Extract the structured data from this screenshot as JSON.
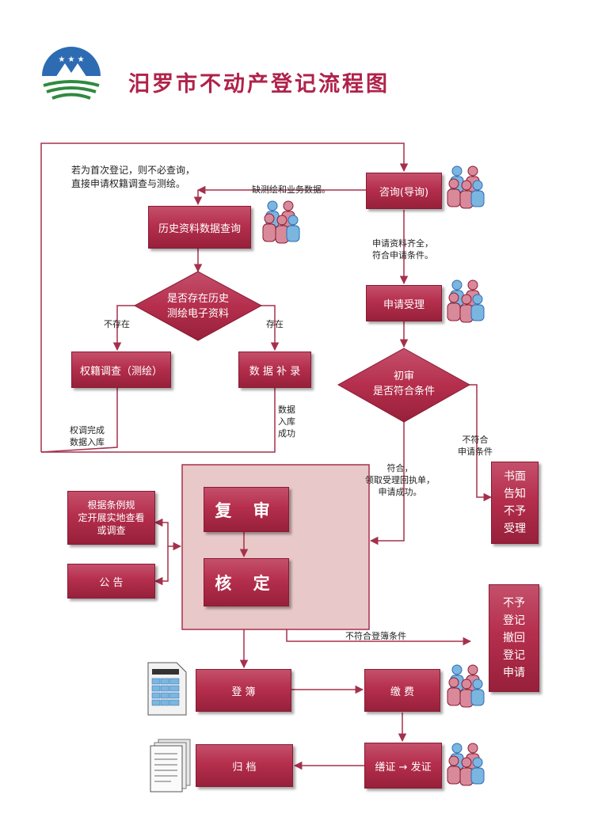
{
  "title": "汨罗市不动产登记流程图",
  "nodes": {
    "consult": "咨询(导询)",
    "history_query": "历史资料数据查询",
    "check_history": "是否存在历史\n测绘电子资料",
    "cadastral_survey": "权籍调查（测绘）",
    "data_supplement": "数 据 补 录",
    "accept": "申请受理",
    "initial_review": "初审\n是否符合条件",
    "notify_reject": "书面\n告知\n不予\n受理",
    "inspection": "根据条例规\n定开展实地查看\n或调查",
    "announcement": "公  告",
    "re_review": "复 审",
    "approve": "核 定",
    "deny_register": "不予\n登记\n撤回\n登记\n申请",
    "register": "登  簿",
    "payment": "缴  费",
    "archive": "归  档",
    "issue": "缮证 → 发证"
  },
  "labels": {
    "first_register_note": "若为首次登记，则不必查询，\n直接申请权籍调查与测绘。",
    "missing_data": "缺测绘和业务数据。",
    "complete_materials": "申请资料齐全，\n符合申请条件。",
    "not_exist": "不存在",
    "exist": "存在",
    "survey_done": "权调完成\n数据入库",
    "data_ok": "数据\n入库\n成功",
    "not_meet": "不符合\n申请条件",
    "meet": "符合，\n领取受理回执单，\n申请成功。",
    "not_meet_register": "不符合登簿条件"
  },
  "colors": {
    "title": "#b0224a",
    "box_fill": "#b52f4d",
    "panel_fill": "#e8c8c8",
    "arrow": "#a5304c",
    "logo_blue": "#2d6cb3",
    "logo_green": "#2f8a3e"
  },
  "icons": [
    "people-group-icon",
    "spreadsheet-icon",
    "documents-icon",
    "logo-icon"
  ]
}
